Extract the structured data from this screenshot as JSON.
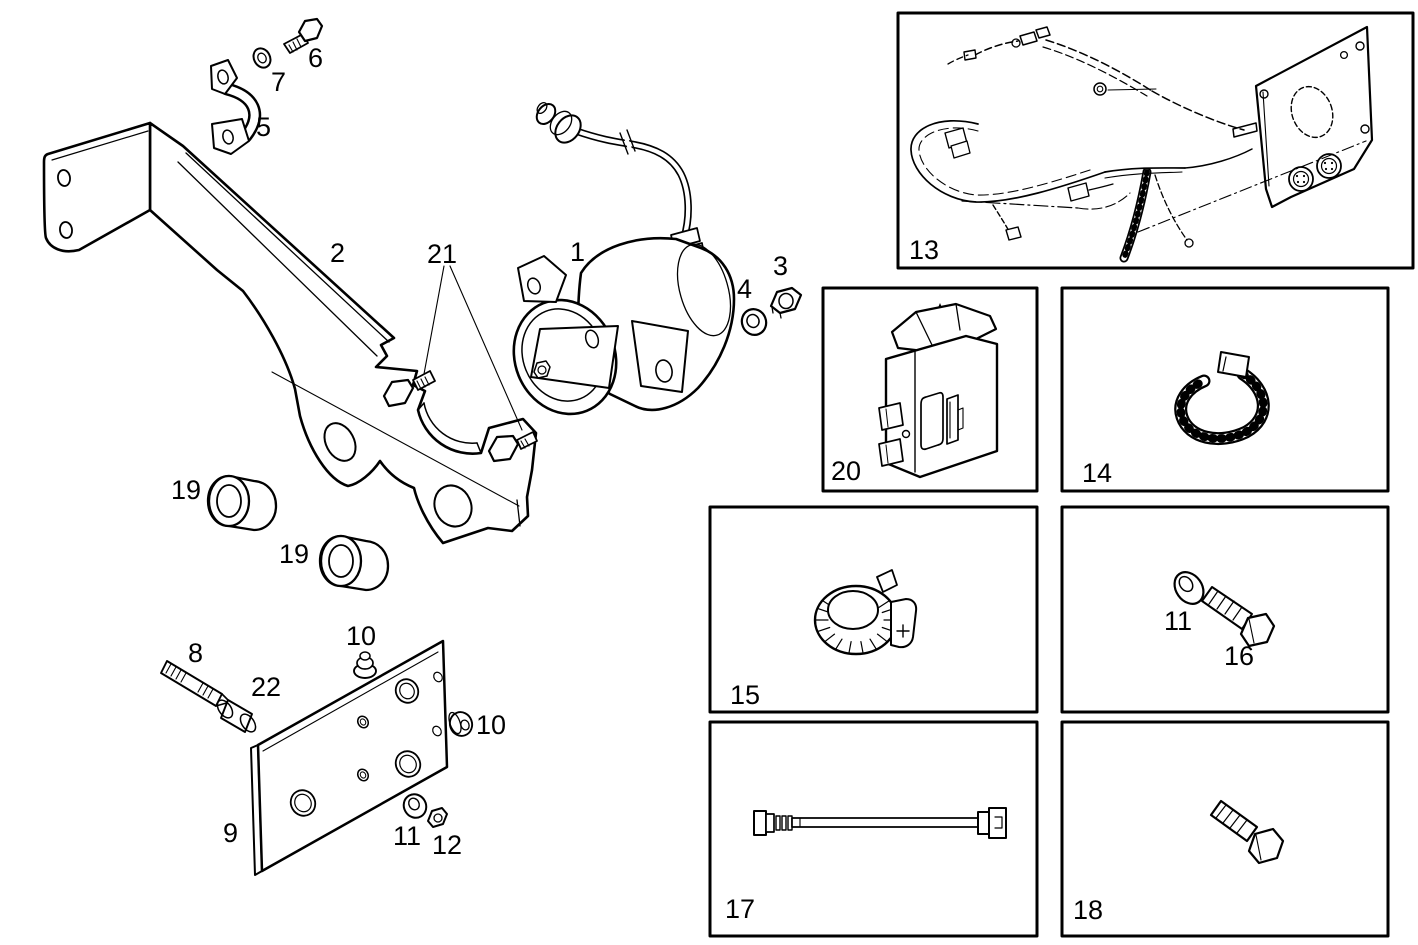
{
  "page": {
    "background_color": "#ffffff",
    "line_color": "#000000",
    "kind": "exploded parts diagram"
  },
  "callouts": {
    "c1": "1",
    "c2": "2",
    "c3": "3",
    "c4": "4",
    "c5": "5",
    "c6": "6",
    "c7": "7",
    "c8": "8",
    "c9": "9",
    "c10a": "10",
    "c10b": "10",
    "c11": "11",
    "c12": "12",
    "c19a": "19",
    "c19b": "19",
    "c21": "21",
    "c22": "22"
  },
  "panels": {
    "p13": {
      "label": "13"
    },
    "p14": {
      "label": "14"
    },
    "p15": {
      "label": "15"
    },
    "p16": {
      "label": "16",
      "washer_label": "11"
    },
    "p17": {
      "label": "17"
    },
    "p18": {
      "label": "18"
    },
    "p20": {
      "label": "20"
    }
  }
}
